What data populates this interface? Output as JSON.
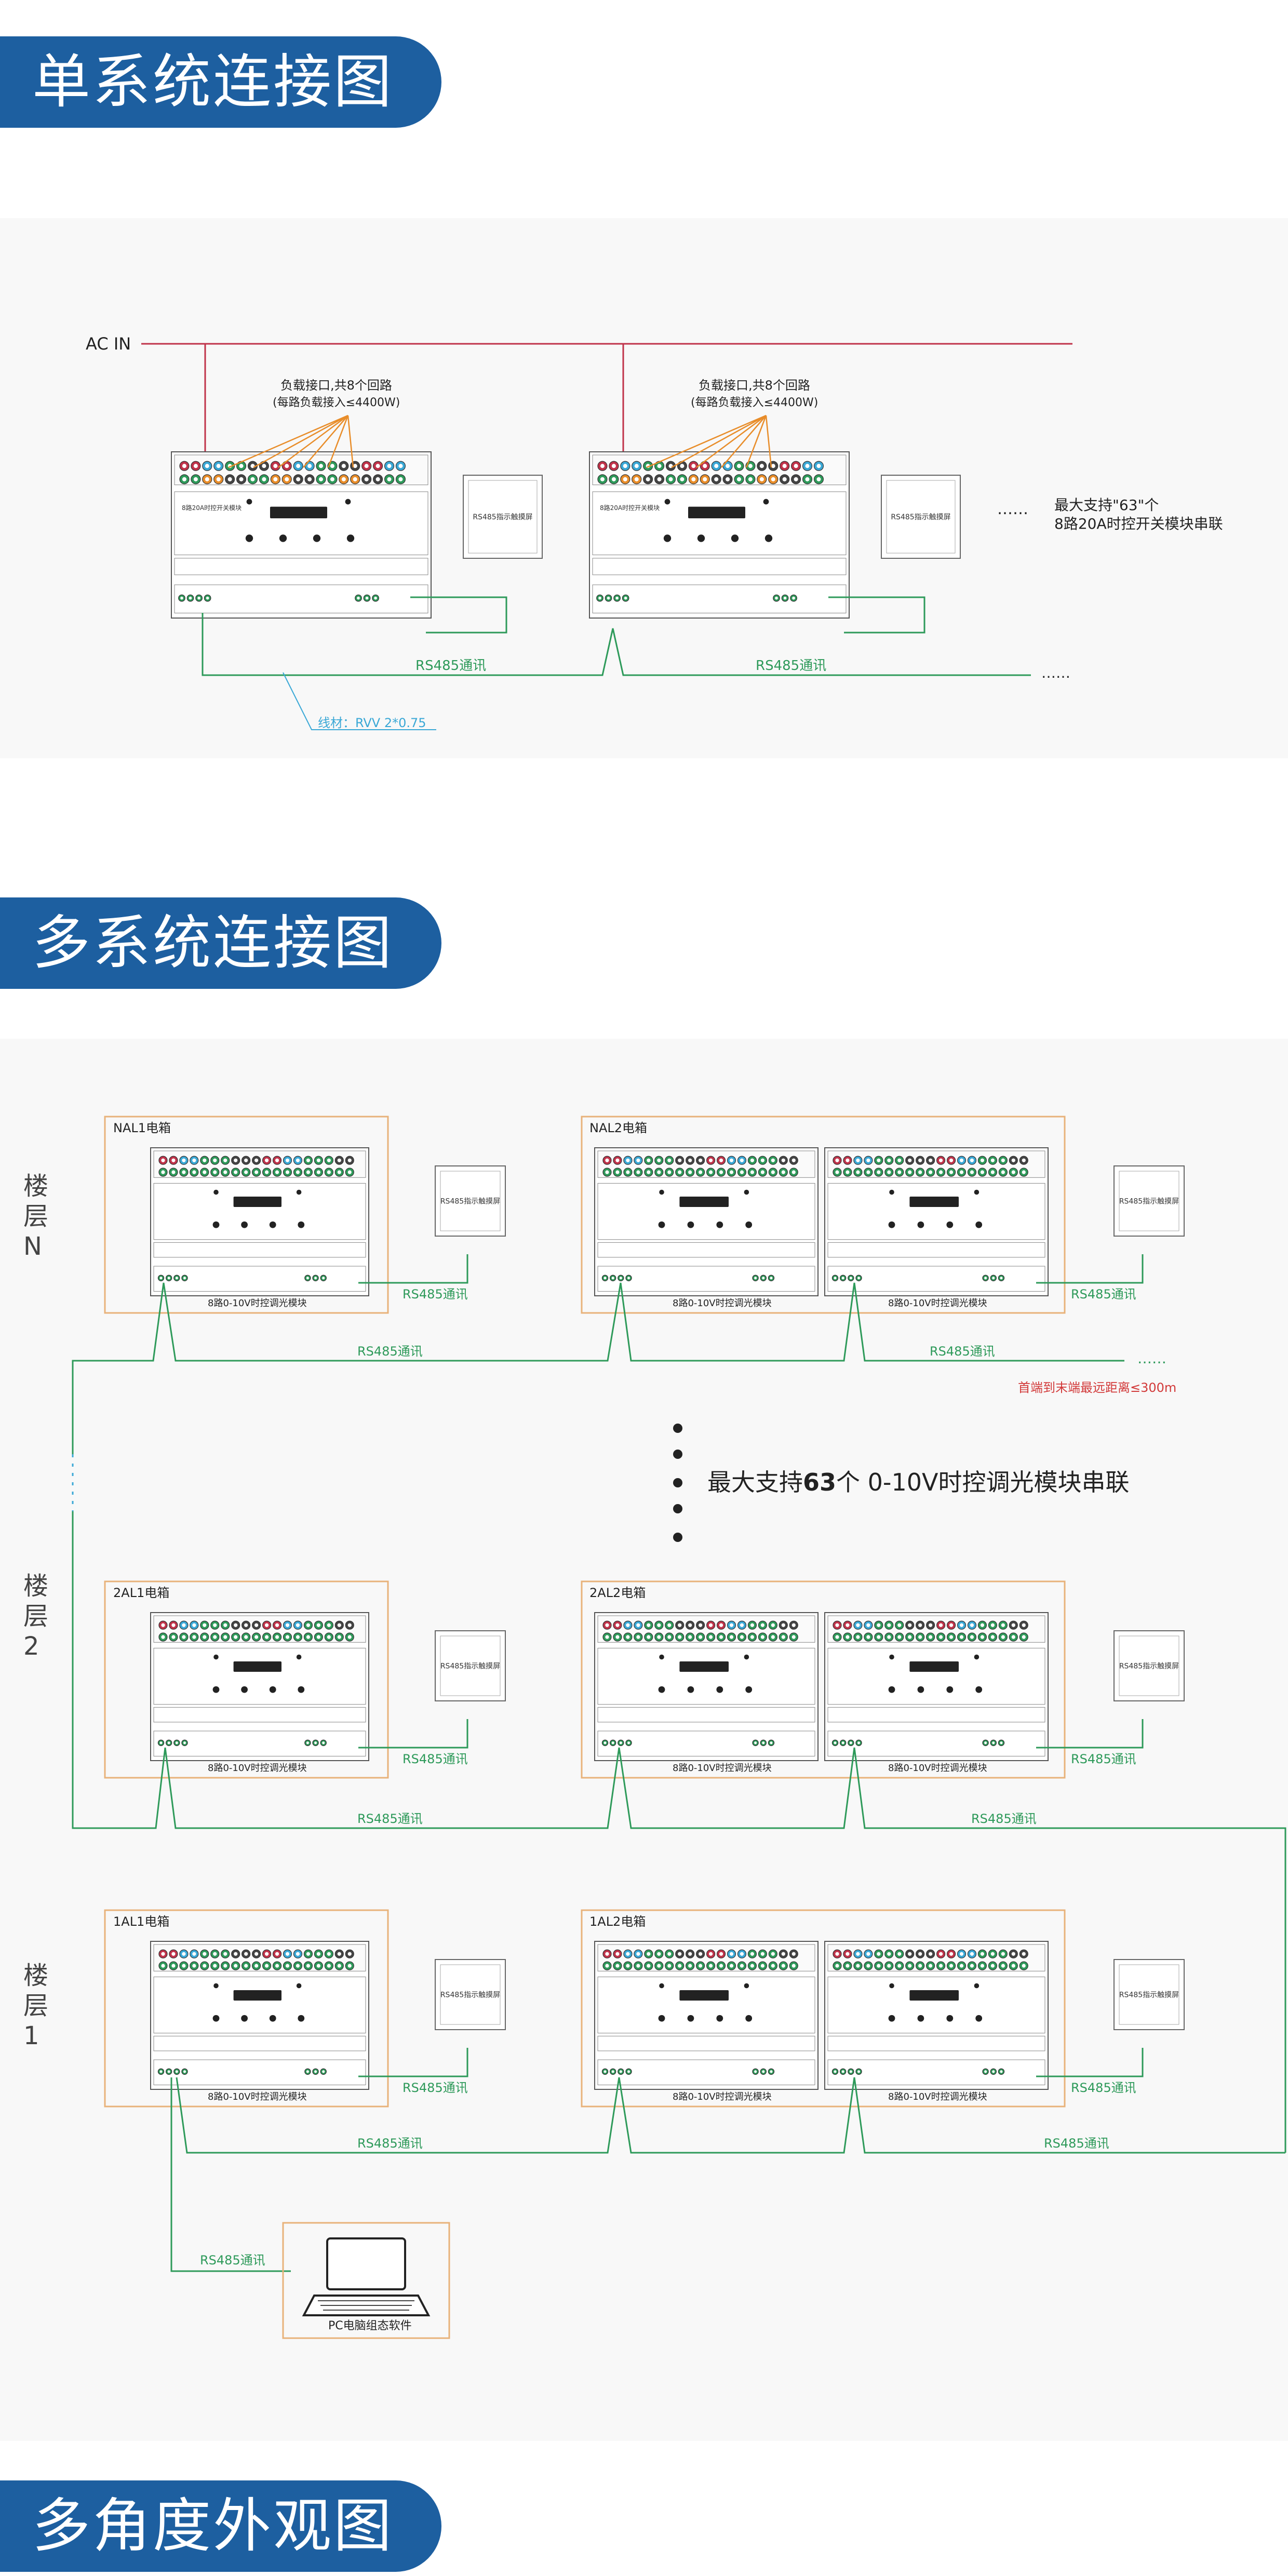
{
  "banners": {
    "single": "单系统连接图",
    "multi": "多系统连接图",
    "views": "多角度外观图"
  },
  "single": {
    "ac_in": "AC IN",
    "load_title": "负载接口,共8个回路",
    "load_note": "(每路负载接入≤4400W)",
    "panel_label": "RS485指示触摸屏",
    "rs485": "RS485通讯",
    "cable": "线材：RVV 2*0.75",
    "max_line1": "最大支持\"63\"个",
    "max_line2": "8路20A时控开关模块串联",
    "dots": "……",
    "module_label": "8路20A时控开关模块"
  },
  "multi": {
    "floor_n": "楼层N",
    "floor_2": "楼层2",
    "floor_1": "楼层1",
    "box_nal1": "NAL1电箱",
    "box_nal2": "NAL2电箱",
    "box_2al1": "2AL1电箱",
    "box_2al2": "2AL2电箱",
    "box_1al1": "1AL1电箱",
    "box_1al2": "1AL2电箱",
    "module_caption": "8路0-10V时控调光模块",
    "panel_label": "RS485指示触摸屏",
    "rs485": "RS485通讯",
    "distance": "首端到末端最远距离≤300m",
    "max_pre": "最大支持",
    "max_num": "63",
    "max_post": "个 0-10V时控调光模块串联",
    "pc_label": "PC电脑组态软件",
    "dots": "……"
  },
  "colors": {
    "brand_blue": "#1d5fa0",
    "wire_red": "#c0334a",
    "wire_green": "#2e9a5a",
    "wire_orange": "#e88d2a",
    "wire_cyan": "#3aa8d6",
    "box_border": "#e8b27a",
    "distance_red": "#d23a3a"
  }
}
